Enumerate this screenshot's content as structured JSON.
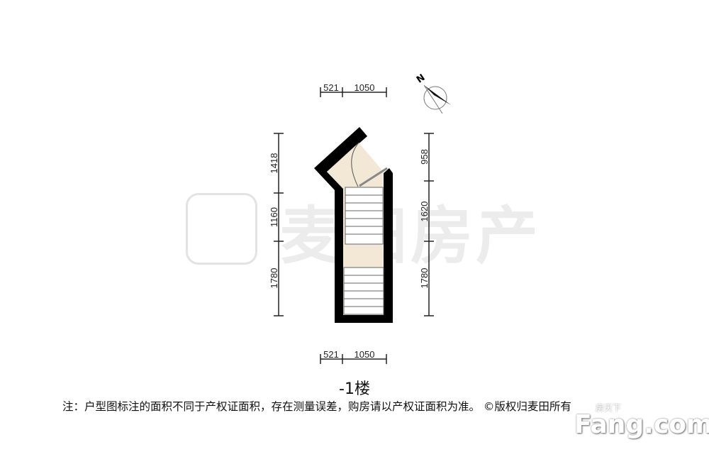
{
  "floor_label": "-1楼",
  "note": "注：户型图标注的面积不同于产权证面积，存在测量误差，购房请以产权证面积为准。 ©版权归麦田所有",
  "dimensions": {
    "top": [
      "521",
      "1050"
    ],
    "bottom": [
      "521",
      "1050"
    ],
    "left": [
      "1418",
      "1160",
      "1780"
    ],
    "right": [
      "958",
      "1620",
      "1780"
    ]
  },
  "compass_label": "N",
  "watermark": "麦田房产",
  "brand_cn": "房天下",
  "brand": "Fang.com",
  "colors": {
    "wall": "#000000",
    "floor": "#f2e8d5",
    "stairs": "#ffffff"
  }
}
